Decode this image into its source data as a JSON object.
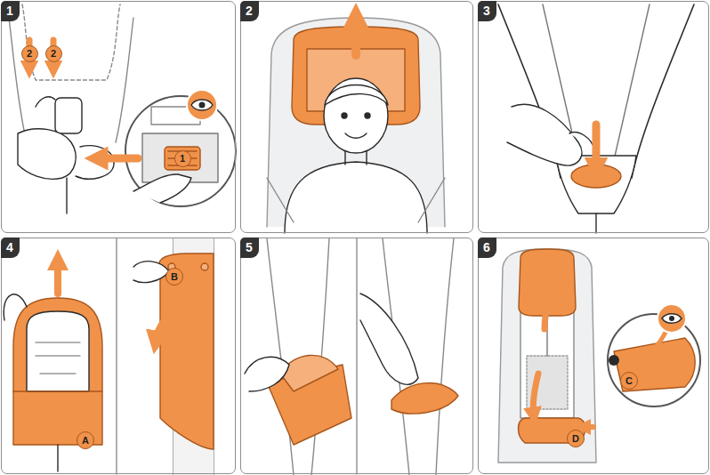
{
  "diagram": {
    "nodes": [
      {
        "text": [
          "1"
        ]
      },
      {
        "text": [
          "2"
        ]
      },
      {
        "text": [
          "3"
        ]
      },
      {
        "text": [
          "4"
        ]
      },
      {
        "text": [
          "5"
        ]
      },
      {
        "text": [
          "6"
        ]
      }
    ],
    "labels": [
      "2",
      "2",
      "1",
      "A",
      "B",
      "C",
      "D"
    ]
  }
}
